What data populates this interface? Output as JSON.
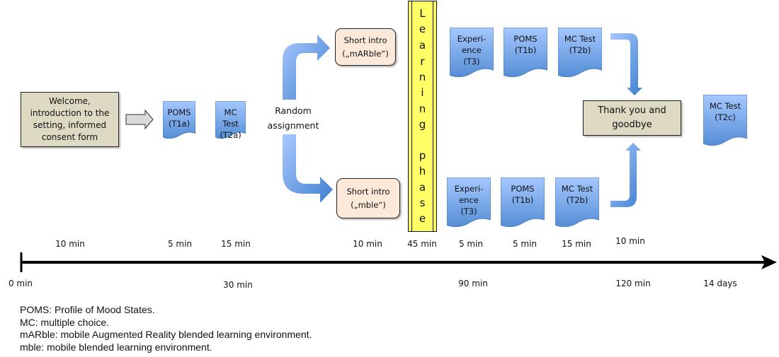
{
  "welcome": "Welcome, introduction to the setting, informed consent form",
  "random_assignment": [
    "Random",
    "assignment"
  ],
  "docs": {
    "poms_t1a": [
      "POMS",
      "(T1a)"
    ],
    "mc_t2a": [
      "MC Test",
      "(T2a)"
    ],
    "exp_top": [
      "Experi-",
      "ence",
      "(T3)"
    ],
    "poms_top": [
      "POMS",
      "(T1b)"
    ],
    "mc_top": [
      "MC Test",
      "(T2b)"
    ],
    "exp_bottom": [
      "Experi-",
      "ence",
      "(T3)"
    ],
    "poms_bottom": [
      "POMS",
      "(T1b)"
    ],
    "mc_bottom": [
      "MC Test",
      "(T2b)"
    ],
    "mc_t2c": [
      "MC Test",
      "(T2c)"
    ]
  },
  "intro_marble": [
    "Short intro",
    "(„mARble“)"
  ],
  "intro_mble": [
    "Short intro",
    "(„mble“)"
  ],
  "learning_phase": "Learning phase",
  "thank_you": "Thank you and goodbye",
  "durations": [
    "10 min",
    "5 min",
    "15 min",
    "10 min",
    "45 min",
    "5 min",
    "5 min",
    "15 min",
    "10 min"
  ],
  "timeline": [
    "0 min",
    "30 min",
    "90 min",
    "120 min",
    "14 days"
  ],
  "notes": [
    "POMS: Profile of Mood States.",
    "MC: multiple choice.",
    "mARble: mobile Augmented Reality blended learning environment.",
    "mble: mobile blended learning environment."
  ],
  "colors": {
    "doc_blue": "#558ed5",
    "doc_light": "#a6c8ff",
    "tan": "#ddd9c3",
    "intro": "#fde9d9",
    "learning": "#ffff66"
  }
}
